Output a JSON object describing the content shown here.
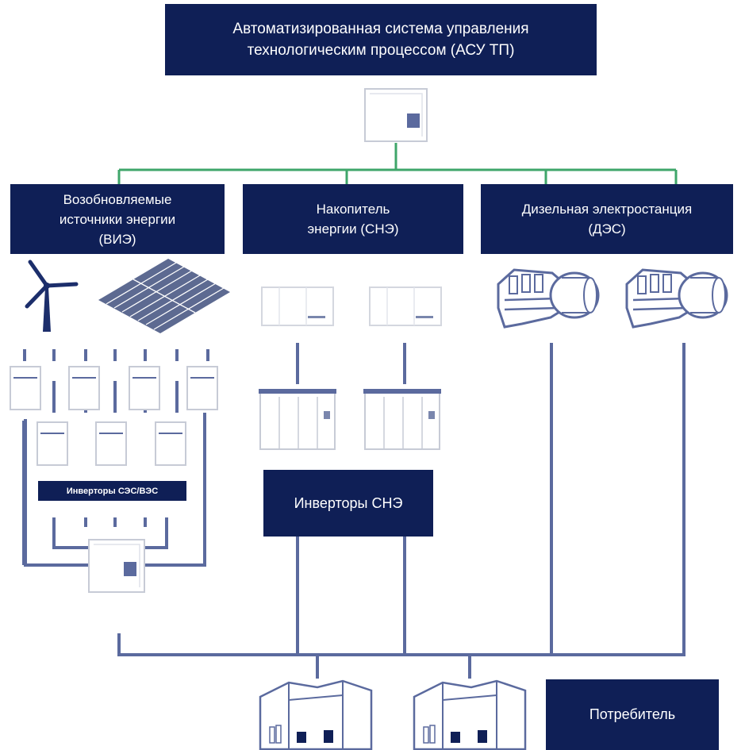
{
  "title": {
    "line1": "Автоматизированная система управления",
    "line2": "технологическим процессом (АСУ ТП)"
  },
  "sources": {
    "renewable": {
      "line1": "Возобновляемые",
      "line2": "источники энергии",
      "line3": "(ВИЭ)"
    },
    "storage": {
      "line1": "Накопитель",
      "line2": "энергии  (СНЭ)"
    },
    "diesel": {
      "line1": "Дизельная электростанция",
      "line2": "(ДЭС)"
    }
  },
  "labels": {
    "inverters_pv_wind": "Инверторы СЭС/ВЭС",
    "inverters_storage": "Инверторы СНЭ",
    "consumer": "Потребитель"
  },
  "colors": {
    "box_fill": "#0f1f56",
    "line_blue": "#5b6a9e",
    "line_green": "#3fa66a",
    "equipment_outline": "#c7cbd6",
    "solar_panel": "#5d6a91",
    "wind_turbine": "#1c2e6b"
  }
}
